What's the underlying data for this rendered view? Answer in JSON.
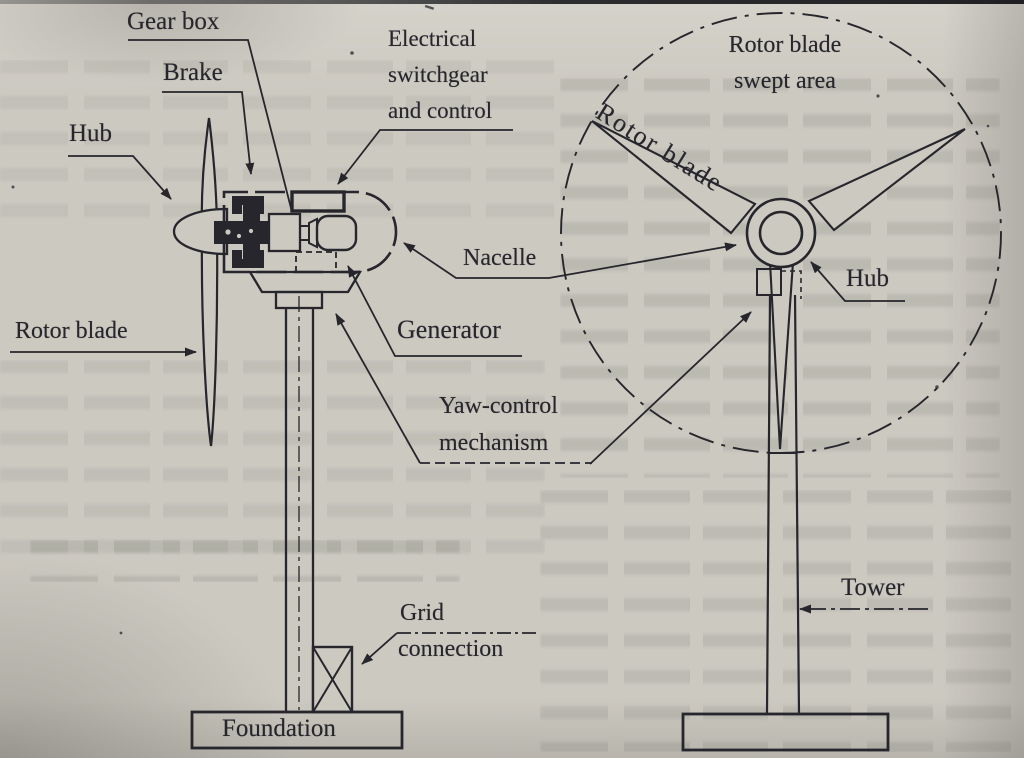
{
  "figure": {
    "title_hint": "Horizontal-axis wind turbine diagram (side view and front view)",
    "colors": {
      "paper": "#ccc9c1",
      "ink": "#26262c"
    },
    "left_view": {
      "labels": {
        "gear_box": "Gear box",
        "brake": "Brake",
        "hub": "Hub",
        "rotor_blade": "Rotor blade",
        "electrical": [
          "Electrical",
          "switchgear",
          "and control"
        ],
        "nacelle": "Nacelle",
        "generator": "Generator",
        "yaw": [
          "Yaw-control",
          "mechanism"
        ],
        "grid": [
          "Grid",
          "connection"
        ],
        "foundation": "Foundation"
      }
    },
    "right_view": {
      "labels": {
        "swept_area": [
          "Rotor blade",
          "swept area"
        ],
        "rotor_blade": "Rotor blade",
        "hub": "Hub",
        "tower": "Tower"
      }
    }
  }
}
